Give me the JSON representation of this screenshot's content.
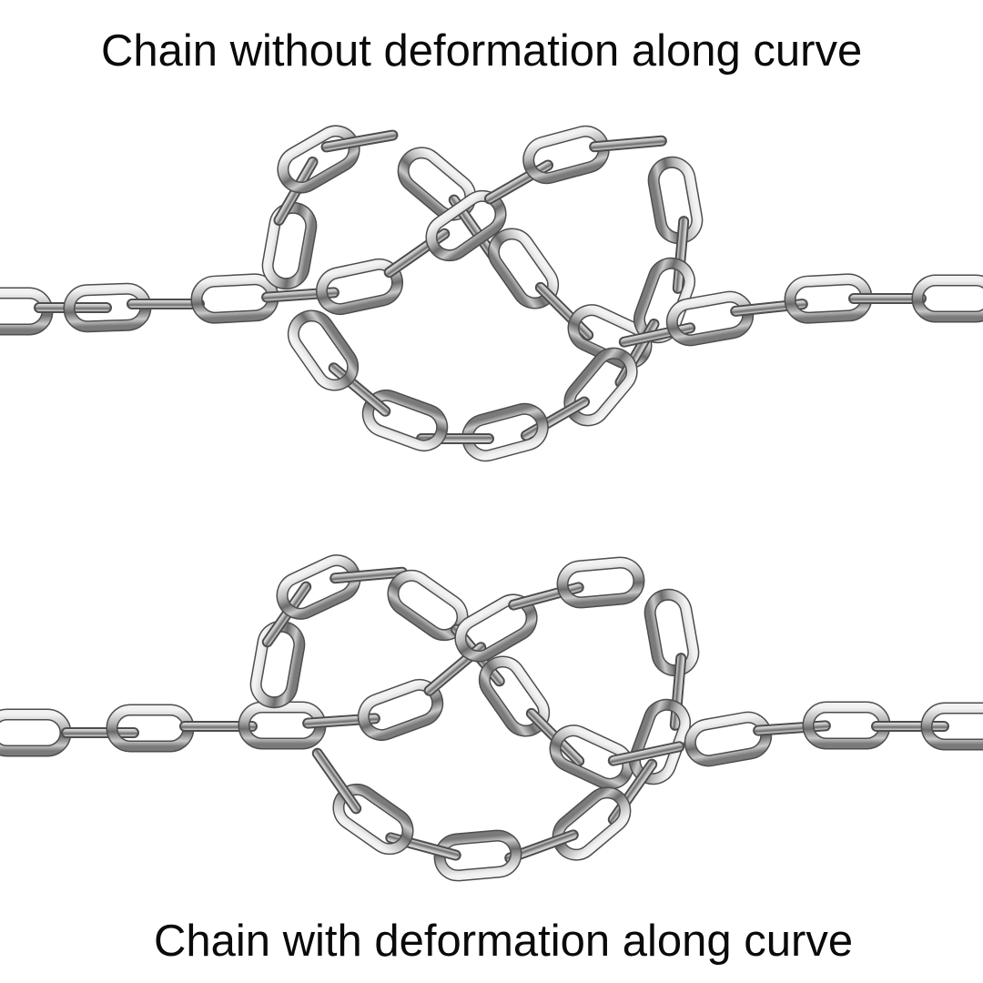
{
  "captions": {
    "top": "Chain without deformation along curve",
    "bottom": "Chain with deformation along curve"
  },
  "figures": [
    {
      "name": "chain-without-deformation",
      "description": "Metal link chain running horizontally, forming a looped heart/knot shape in the middle; links keep rigid shape",
      "colors": {
        "metal_light": "#e8e8e8",
        "metal_mid": "#a9a9a9",
        "metal_dark": "#5a5a5a"
      }
    },
    {
      "name": "chain-with-deformation",
      "description": "Metal link chain running horizontally, forming a looped heart/knot shape in the middle; links bend to follow the curve",
      "colors": {
        "metal_light": "#e8e8e8",
        "metal_mid": "#a9a9a9",
        "metal_dark": "#5a5a5a"
      }
    }
  ],
  "background": "#ffffff"
}
